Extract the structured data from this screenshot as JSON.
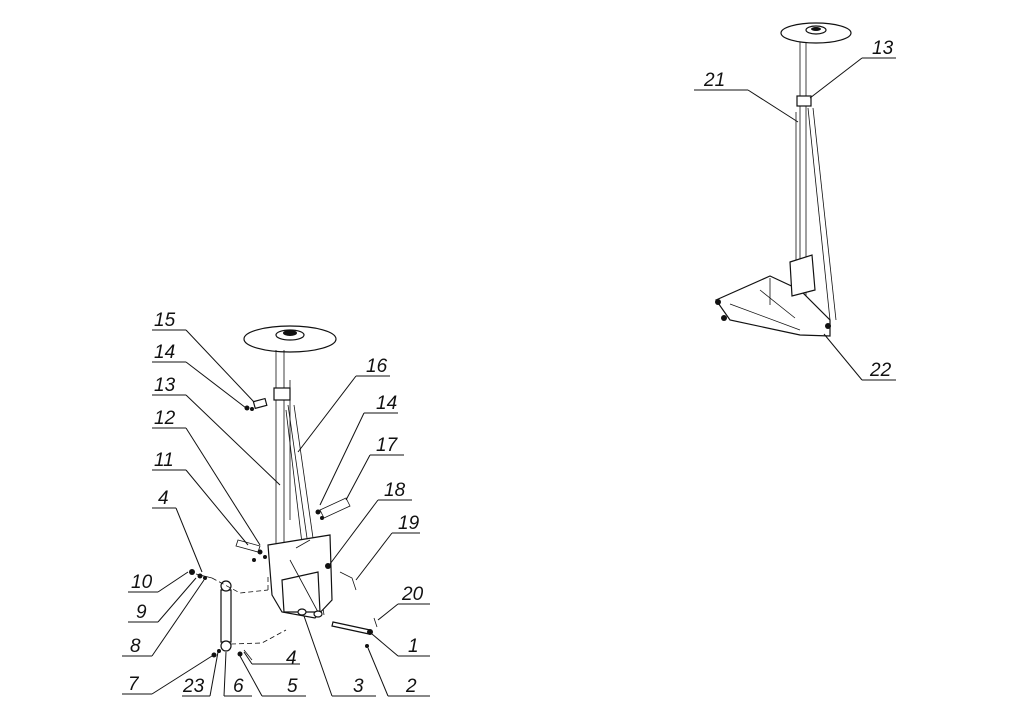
{
  "exploded_view_labels": [
    "15",
    "14",
    "13",
    "16",
    "12",
    "14",
    "17",
    "11",
    "18",
    "4",
    "19",
    "10",
    "9",
    "20",
    "8",
    "1",
    "4",
    "7",
    "23",
    "6",
    "5",
    "3",
    "2"
  ],
  "assembled_view_labels": [
    "13",
    "21",
    "22"
  ]
}
